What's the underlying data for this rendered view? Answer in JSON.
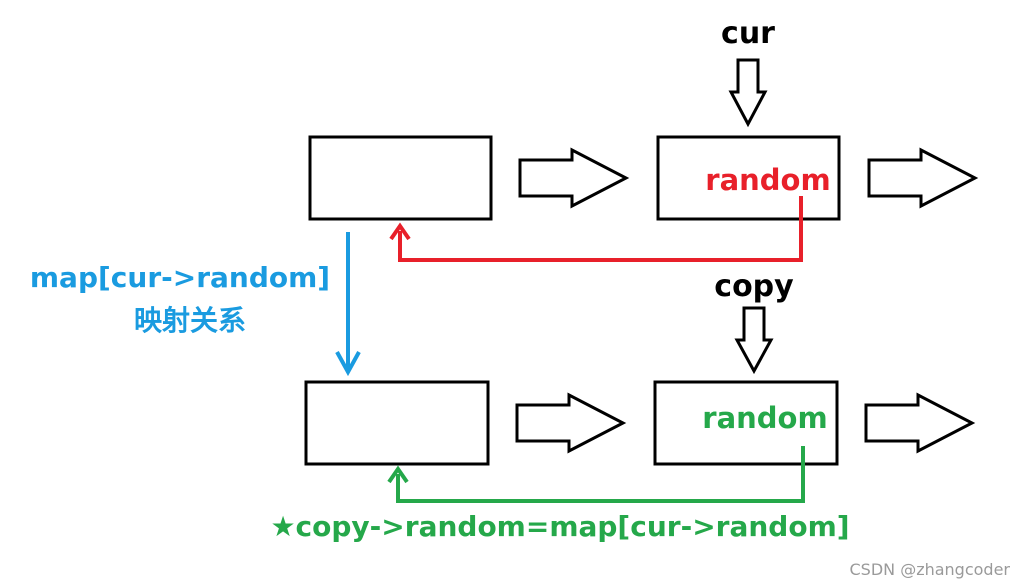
{
  "labels": {
    "cur": "cur",
    "copy": "copy",
    "random_top": "random",
    "random_bottom": "random",
    "map_line1": "map[cur->random]",
    "map_line2": "映射关系",
    "formula": "★copy->random=map[cur->random]",
    "watermark": "CSDN @zhangcoder"
  },
  "colors": {
    "black": "#000000",
    "red": "#e8202a",
    "green": "#25a84a",
    "blue": "#1a9be0",
    "watermark": "#9a9a9a"
  }
}
